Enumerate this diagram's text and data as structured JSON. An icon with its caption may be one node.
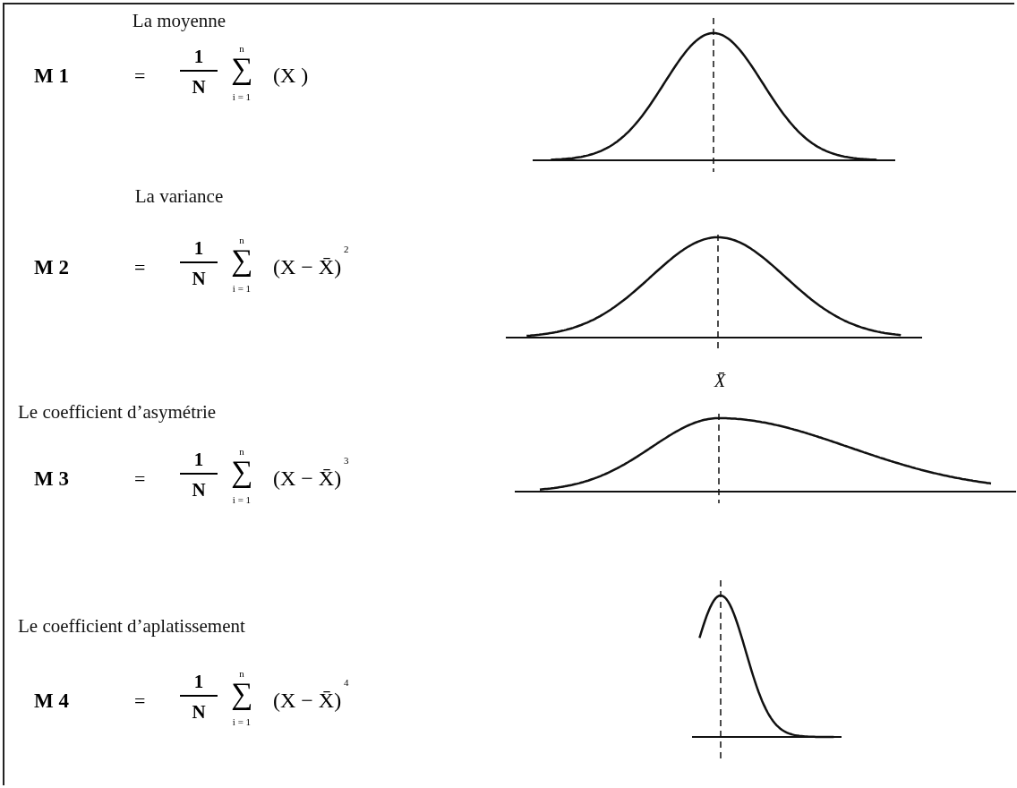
{
  "diagram": {
    "labels": [
      "La moyenne",
      "M 1",
      "=",
      "1",
      "N",
      "n",
      "∑",
      "i = 1",
      "(X )",
      "La variance",
      "M 2",
      "=",
      "1",
      "N",
      "n",
      "∑",
      "i = 1",
      "(X − X̄)",
      "2",
      "Le coefficient d’asymétrie",
      "M 3",
      "=",
      "1",
      "N",
      "n",
      "∑",
      "i = 1",
      "(X − X̄)",
      "3",
      "Le coefficient d’aplatissement",
      "M 4",
      "=",
      "1",
      "N",
      "n",
      "∑",
      "i = 1",
      "(X − X̄)",
      "4",
      "X̄"
    ]
  }
}
